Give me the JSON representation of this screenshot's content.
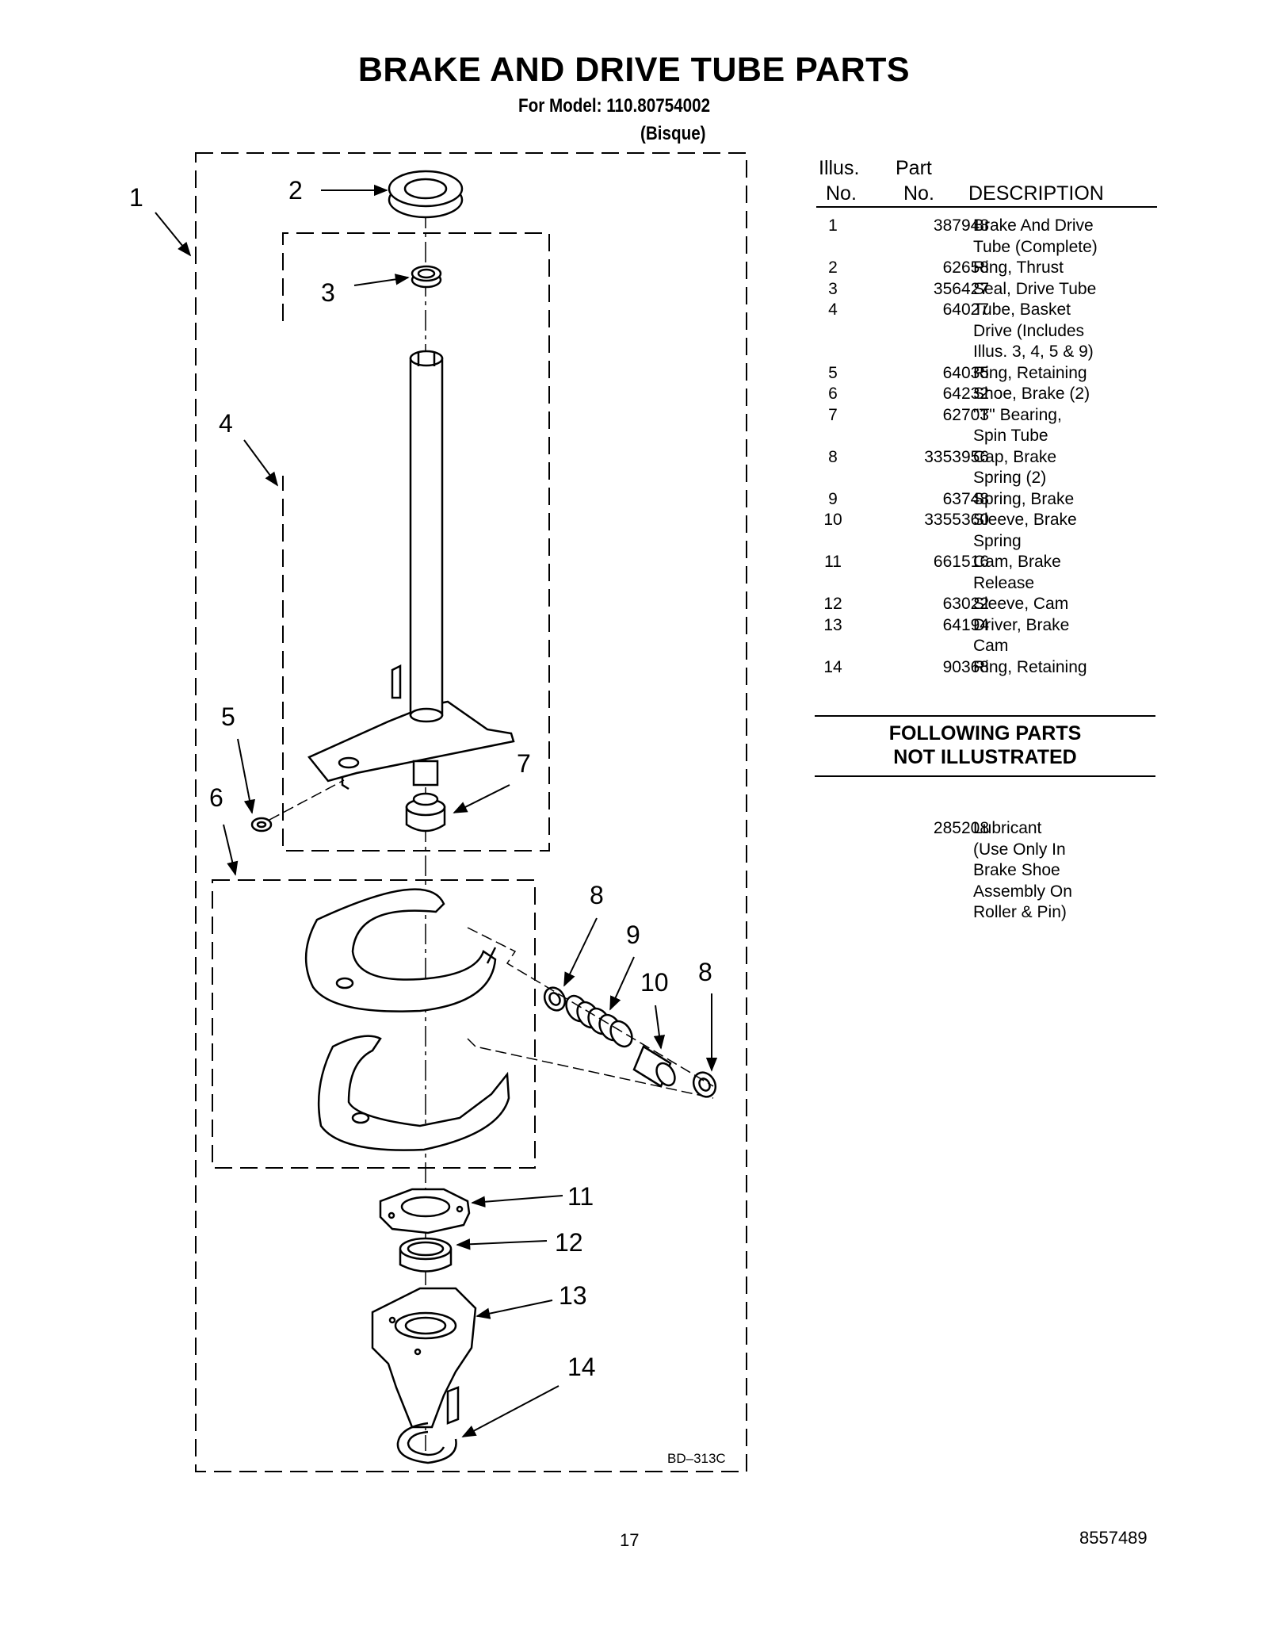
{
  "header": {
    "title": "BRAKE AND DRIVE TUBE PARTS",
    "model": "For Model: 110.80754002",
    "color": "(Bisque)"
  },
  "diagram": {
    "callouts": [
      "1",
      "2",
      "3",
      "4",
      "5",
      "6",
      "7",
      "8",
      "9",
      "10",
      "8",
      "11",
      "12",
      "13",
      "14"
    ],
    "drawing_code": "BD–313C"
  },
  "parts_table": {
    "headers": {
      "illus_line1": "Illus.",
      "illus_line2": "No.",
      "part_line1": "Part",
      "part_line2": "No.",
      "description": "DESCRIPTION"
    },
    "rows": [
      {
        "illus": "1",
        "part": "387948",
        "desc": [
          "Brake And Drive",
          "Tube (Complete)"
        ]
      },
      {
        "illus": "2",
        "part": "62658",
        "desc": [
          "Ring, Thrust"
        ]
      },
      {
        "illus": "3",
        "part": "356427",
        "desc": [
          "Seal, Drive Tube"
        ]
      },
      {
        "illus": "4",
        "part": "64027",
        "desc": [
          "Tube, Basket",
          "Drive (Includes",
          "Illus. 3, 4, 5 & 9)"
        ]
      },
      {
        "illus": "5",
        "part": "64035",
        "desc": [
          "Ring, Retaining"
        ]
      },
      {
        "illus": "6",
        "part": "64232",
        "desc": [
          "Shoe, Brake (2)"
        ]
      },
      {
        "illus": "7",
        "part": "62703",
        "desc": [
          "\"T\" Bearing,",
          "Spin Tube"
        ]
      },
      {
        "illus": "8",
        "part": "3353956",
        "desc": [
          "Cap, Brake",
          "Spring (2)"
        ]
      },
      {
        "illus": "9",
        "part": "63748",
        "desc": [
          "Spring, Brake"
        ]
      },
      {
        "illus": "10",
        "part": "3355360",
        "desc": [
          "Sleeve, Brake",
          "Spring"
        ]
      },
      {
        "illus": "11",
        "part": "661516",
        "desc": [
          "Cam, Brake",
          "Release"
        ]
      },
      {
        "illus": "12",
        "part": "63022",
        "desc": [
          "Sleeve, Cam"
        ]
      },
      {
        "illus": "13",
        "part": "64194",
        "desc": [
          "Driver, Brake",
          "Cam"
        ]
      },
      {
        "illus": "14",
        "part": "90368",
        "desc": [
          "Ring, Retaining"
        ]
      }
    ]
  },
  "not_illustrated": {
    "title_line1": "FOLLOWING PARTS",
    "title_line2": "NOT ILLUSTRATED",
    "rows": [
      {
        "illus": "",
        "part": "285208",
        "desc": [
          "Lubricant",
          "(Use Only In",
          "Brake Shoe",
          "Assembly On",
          "Roller & Pin)"
        ]
      }
    ]
  },
  "footer": {
    "page_number": "17",
    "document_number": "8557489"
  }
}
